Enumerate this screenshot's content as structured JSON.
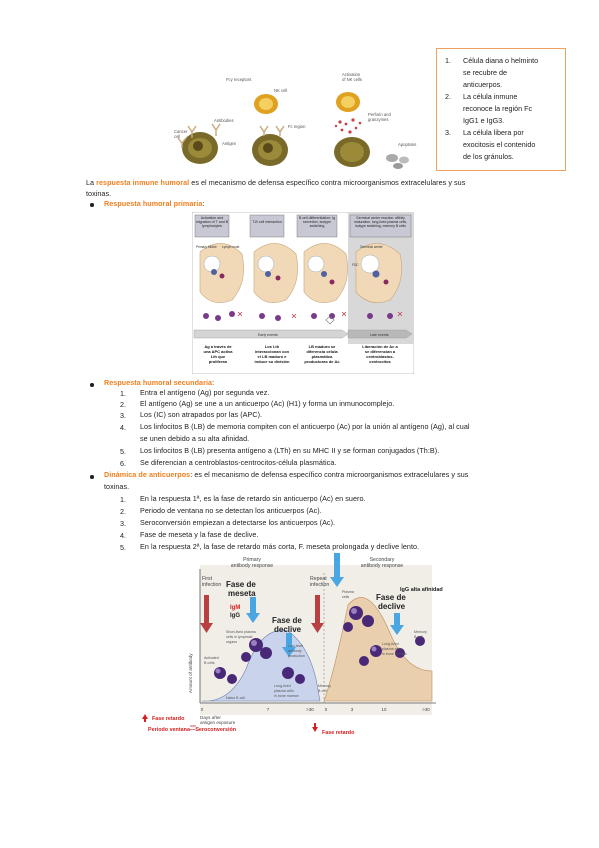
{
  "note_box": {
    "items": [
      {
        "num": "1.",
        "lines": [
          "Célula diana o helminto",
          "se recubre de",
          "anticuerpos."
        ]
      },
      {
        "num": "2.",
        "lines": [
          "La célula inmune",
          "reconoce la región Fc",
          "IgG1 e IgG3."
        ]
      },
      {
        "num": "3.",
        "lines": [
          "La célula libera por",
          "exocitosis el contenido",
          "de los gránulos."
        ]
      }
    ]
  },
  "fig1": {
    "labels": {
      "fcy_receptors": "Fcγ receptors",
      "nk_cell": "NK cell",
      "activation": "Activation",
      "of_nk_cells": "of NK cells",
      "antibodies": "Antibodies",
      "cancer": "Cancer",
      "cell": "cell",
      "antigen": "Antigen",
      "fc_region": "Fc region",
      "perforin": "Perforin and",
      "granzymes": "granzymes",
      "apoptosis": "Apoptosis"
    }
  },
  "intro": {
    "prefix": "La ",
    "term": "respuesta inmune humoral",
    "rest": " es el mecanismo de defensa específico contra microorganismos extracelulares y sus",
    "line2": "toxinas."
  },
  "primary": {
    "label": "Respuesta humoral primaria",
    "colon": ":"
  },
  "fig2": {
    "headers": [
      "Activation and migration of T and B lymphocytes",
      "T-B cell interaction",
      "B cell differentiation; Ig secretion, isotype switching",
      "Germinal center reaction: affinity maturation, long-lived plasma cells, isotype switching, memory B cells"
    ],
    "inner_labels": {
      "primary_follicle": "Primary follicle",
      "lymph_node": "Lymph node",
      "germinal_center": "Germinal center",
      "fdc": "FDC"
    },
    "early_events": "Early events",
    "late_events": "Late events",
    "captions": [
      [
        "Ag a través de",
        "una APC activa",
        "Lth que",
        "proliferan"
      ],
      [
        "Los Lth",
        "interaccionan con",
        "el LB maduro e",
        "induce su división"
      ],
      [
        "LB maduro se",
        "diferencia célula",
        "plasmática",
        "productoras de Ac"
      ],
      [
        "Liberación de Ac a",
        "se diferencian a",
        "centroblastos-",
        "centrocitos"
      ]
    ]
  },
  "secondary": {
    "label": "Respuesta humoral secundaria",
    "colon": ":",
    "items": [
      {
        "num": "1.",
        "lines": [
          "Entra el antígeno (Ag) por segunda vez."
        ]
      },
      {
        "num": "2.",
        "lines": [
          "El antígeno (Ag) se une a un anticuerpo (Ac) (H1) y forma un inmunocomplejo."
        ]
      },
      {
        "num": "3.",
        "lines": [
          "Los (IC) son atrapados por las (APC)."
        ]
      },
      {
        "num": "4.",
        "lines": [
          "Los linfocitos B (LB) de memoria compiten con el anticuerpo (Ac) por la unión al antígeno (Ag), al cual",
          "se unen debido a su alta afinidad."
        ]
      },
      {
        "num": "5.",
        "lines": [
          "Los linfocitos B (LB) presenta antígeno a (LTh) en su MHC II y se forman conjugados (Th:B)."
        ]
      },
      {
        "num": "6.",
        "lines": [
          "Se diferencian a centroblastos-centrocitos-célula plasmática."
        ]
      }
    ]
  },
  "dynamics": {
    "term": "Dinámica de anticuerpos",
    "rest": ": es el mecanismo de defensa específico contra microorganismos extracelulares y sus",
    "line2": "toxinas.",
    "items": [
      {
        "num": "1.",
        "text": "En la respuesta 1ª, es la fase de retardo sin anticuerpo (Ac) en suero."
      },
      {
        "num": "2.",
        "text": "Periodo de ventana no se detectan los anticuerpos (Ac)."
      },
      {
        "num": "3.",
        "text": "Seroconversión empiezan a detectarse los anticuerpos (Ac)."
      },
      {
        "num": "4.",
        "text": "Fase de meseta y la fase de declive."
      },
      {
        "num": "5.",
        "text": "En la respuesta 2ª, la fase de retardo más corta, F. meseta prolongada y declive lento."
      }
    ]
  },
  "fig3": {
    "primary_response": [
      "Primary",
      "antibody response"
    ],
    "secondary_response": [
      "Secondary",
      "antibody response"
    ],
    "first_infection": [
      "First",
      "infection"
    ],
    "repeat_infection": [
      "Repeat",
      "infection"
    ],
    "fase_meseta": [
      "Fase de",
      "meseta"
    ],
    "fase_declive_1": [
      "Fase de",
      "declive"
    ],
    "fase_declive_2": [
      "Fase de",
      "declive"
    ],
    "igm": "IgM",
    "igg": "IgG",
    "igg_alta": "IgG alta afinidad",
    "y_axis": "Amount of antibody",
    "cells": {
      "short_lived": [
        "Short-lived plasma",
        "cells in lymphoid",
        "organs"
      ],
      "activated_b": [
        "Activated",
        "B cells"
      ],
      "naive_b": "Naive B cell",
      "low_level": [
        "Low-level",
        "antibody",
        "production"
      ],
      "long_lived_1": [
        "Long-lived",
        "plasma cells",
        "in bone marrow"
      ],
      "memory_b": [
        "Memory",
        "B cell"
      ],
      "plasma_cells": [
        "Plasma",
        "cells"
      ],
      "long_lived_2": [
        "Long-lived",
        "plasma cells",
        "in bone marrow"
      ],
      "memory_b2": [
        "Memory",
        "B cell"
      ]
    },
    "x_ticks_1": [
      "0",
      "7",
      ">30"
    ],
    "x_ticks_2": [
      "0",
      "3",
      "10",
      ">30"
    ],
    "days_after": [
      "Days after",
      "antigen exposure"
    ],
    "fase_retardo_1": "Fase retardo",
    "periodo": "Periodo ventana—Seroconversión",
    "fase_retardo_2": "Fase retardo"
  },
  "colors": {
    "accent": "#f07f1e",
    "red": "#d42020",
    "blue": "#3aa0e0"
  }
}
